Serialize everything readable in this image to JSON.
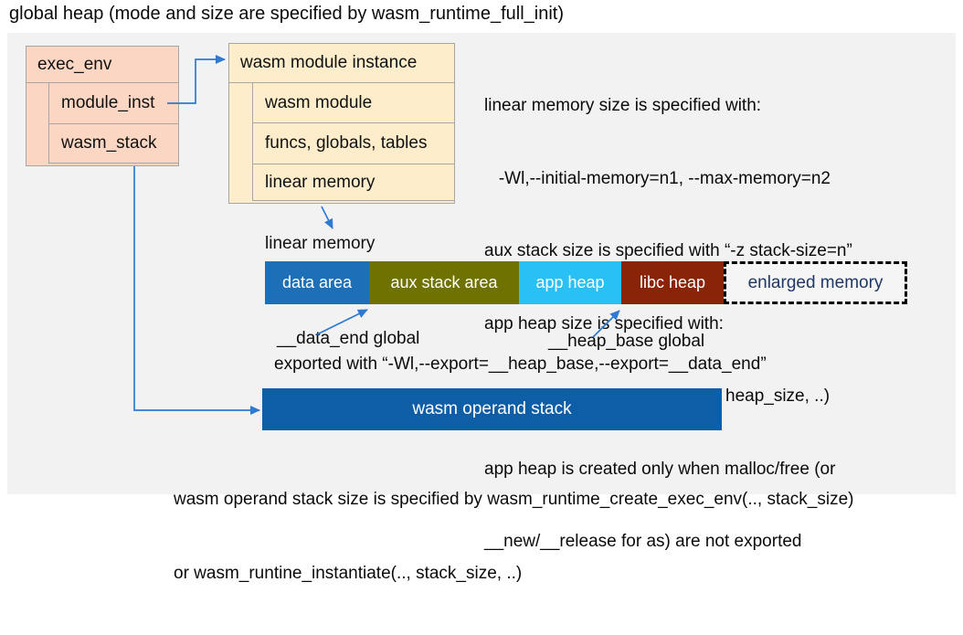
{
  "title": "global heap (mode and size are specified by wasm_runtime_full_init)",
  "exec_env_box": {
    "header": "exec_env",
    "rows": [
      "module_inst",
      "wasm_stack"
    ]
  },
  "module_instance_box": {
    "header": "wasm module instance",
    "rows": [
      "wasm module",
      "funcs, globals, tables",
      "linear memory"
    ]
  },
  "notes_right": {
    "lines": [
      "linear memory size is specified with:",
      "   -Wl,--initial-memory=n1, --max-memory=n2",
      "aux stack size is specified with “-z stack-size=n”",
      "app heap size is specified with:",
      "   wasm_runtime_instantiate(.., heap_size, ..)",
      "app heap is created only when malloc/free (or",
      "__new/__release for as) are not exported"
    ]
  },
  "linear_memory": {
    "label": "linear memory",
    "segments": [
      {
        "label": "data area",
        "color": "#1d70b7"
      },
      {
        "label": "aux stack area",
        "color": "#6f7100"
      },
      {
        "label": "app heap",
        "color": "#29c1f5"
      },
      {
        "label": "libc heap",
        "color": "#8a2408"
      },
      {
        "label": "enlarged memory",
        "color": "#f5f5f5",
        "border": "dashed-black",
        "text_color": "#1f3864"
      }
    ],
    "annotations": {
      "data_end": "__data_end global",
      "heap_base": "__heap_base global",
      "exported": "exported with “-Wl,--export=__heap_base,--export=__data_end”"
    }
  },
  "operand_stack": {
    "label": "wasm operand stack",
    "notes": [
      "wasm operand stack size is specified by wasm_runtime_create_exec_env(.., stack_size)",
      "or wasm_runtine_instantiate(.., stack_size, ..)"
    ]
  },
  "colors": {
    "canvas_bg": "#f2f2f2",
    "exec_env_fill": "#fbd6c3",
    "module_instance_fill": "#fdedca",
    "box_border": "#a6a6a6",
    "operand_stack_fill": "#0d5ea6",
    "arrow_blue": "#2e7ad2",
    "enlarged_memory_text": "#1f3864"
  }
}
